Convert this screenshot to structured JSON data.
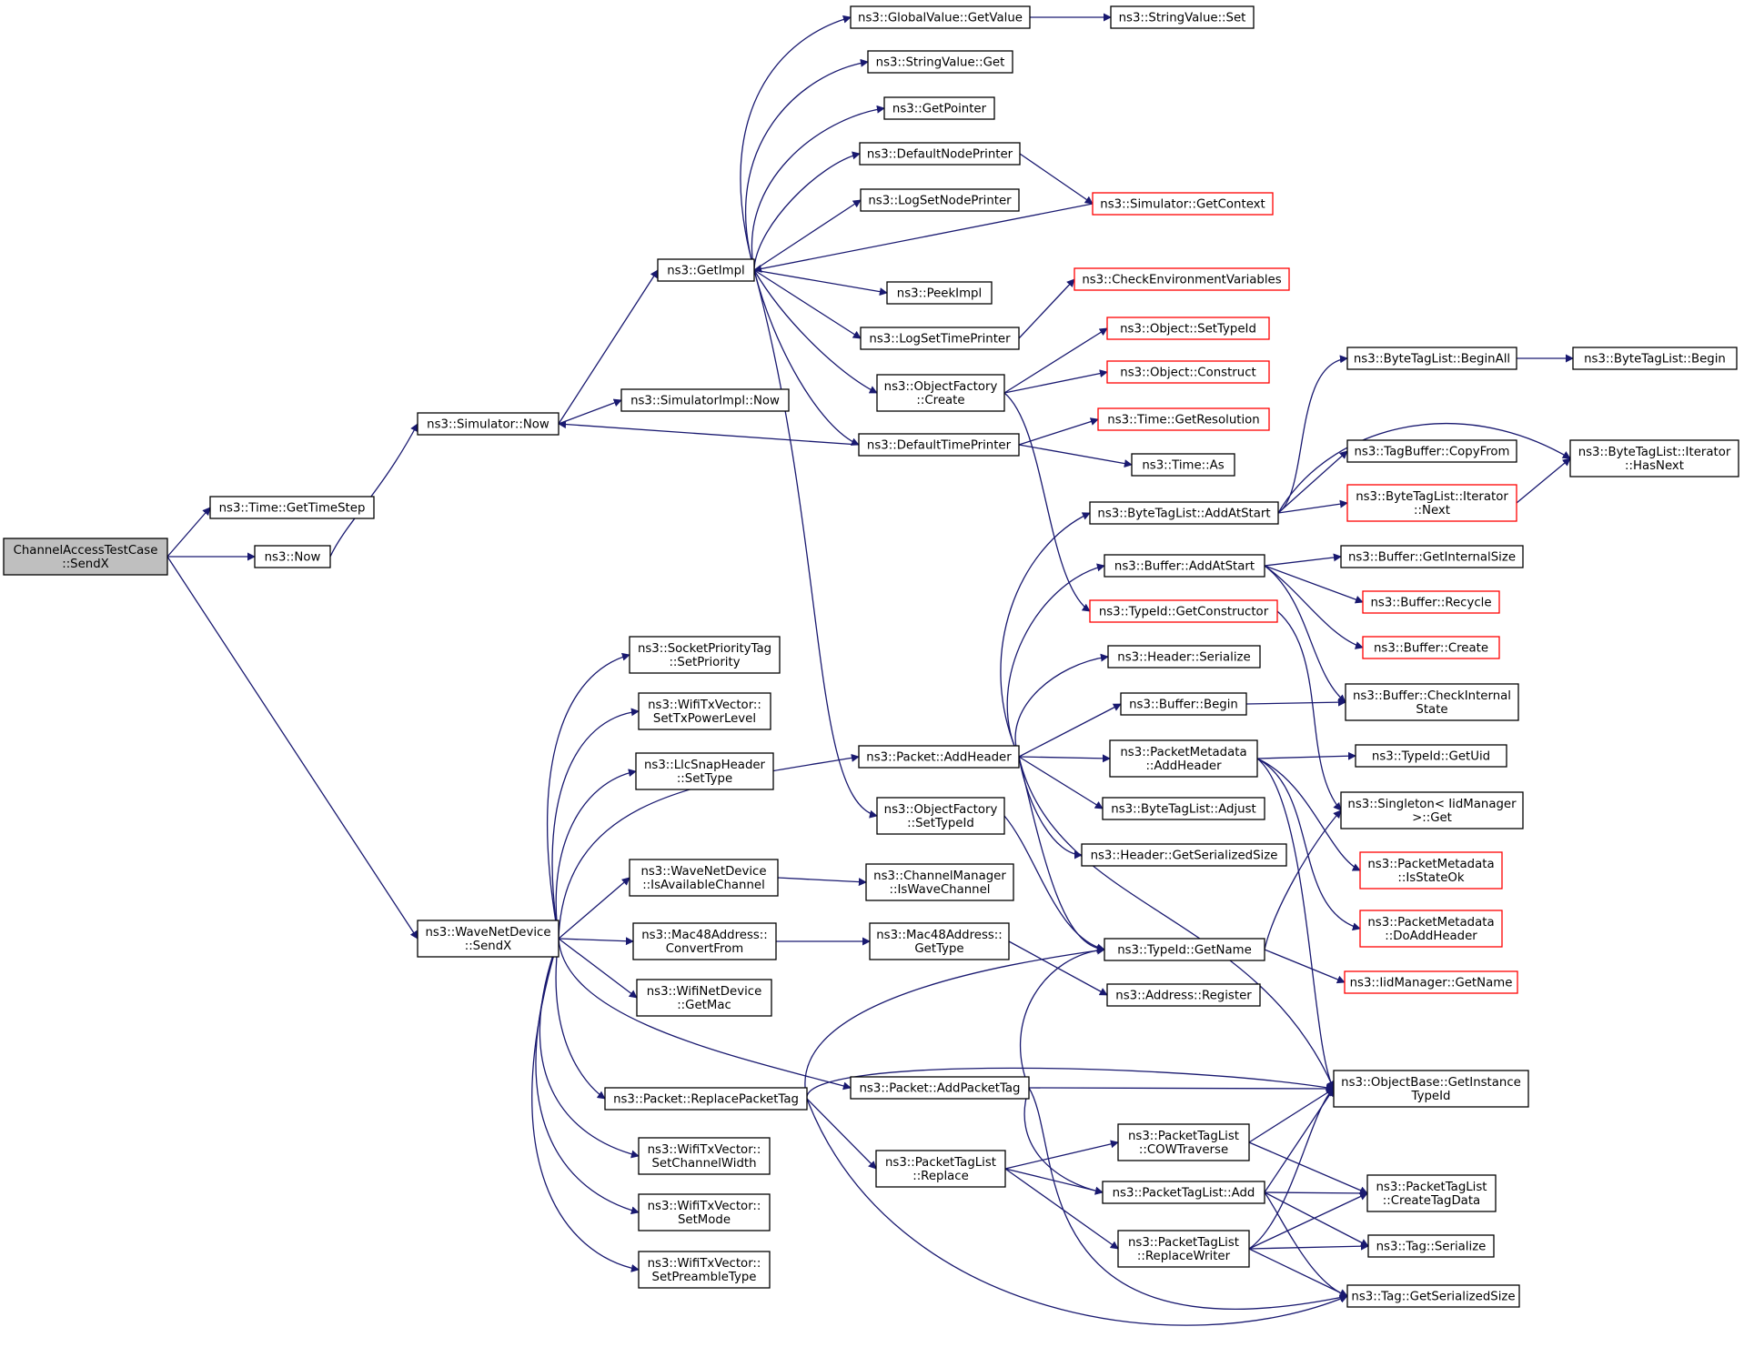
{
  "diagram": {
    "colors": {
      "edge": "#191970",
      "box_border": "#000000",
      "truncated_border": "#ff0000",
      "root_fill": "#bfbfbf"
    },
    "nodes": [
      {
        "id": "root",
        "lines": [
          "ChannelAccessTestCase",
          "::SendX"
        ],
        "style": "root"
      },
      {
        "id": "timestep",
        "lines": [
          "ns3::Time::GetTimeStep"
        ],
        "style": "normal"
      },
      {
        "id": "now",
        "lines": [
          "ns3::Now"
        ],
        "style": "normal"
      },
      {
        "id": "simnow",
        "lines": [
          "ns3::Simulator::Now"
        ],
        "style": "normal"
      },
      {
        "id": "getimpl",
        "lines": [
          "ns3::GetImpl"
        ],
        "style": "normal"
      },
      {
        "id": "simimplnow",
        "lines": [
          "ns3::SimulatorImpl::Now"
        ],
        "style": "normal"
      },
      {
        "id": "gvget",
        "lines": [
          "ns3::GlobalValue::GetValue"
        ],
        "style": "normal"
      },
      {
        "id": "svset",
        "lines": [
          "ns3::StringValue::Set"
        ],
        "style": "normal"
      },
      {
        "id": "svget",
        "lines": [
          "ns3::StringValue::Get"
        ],
        "style": "normal"
      },
      {
        "id": "getpointer",
        "lines": [
          "ns3::GetPointer"
        ],
        "style": "normal"
      },
      {
        "id": "defnodeprinter",
        "lines": [
          "ns3::DefaultNodePrinter"
        ],
        "style": "normal"
      },
      {
        "id": "getcontext",
        "lines": [
          "ns3::Simulator::GetContext"
        ],
        "style": "truncated"
      },
      {
        "id": "logsetnode",
        "lines": [
          "ns3::LogSetNodePrinter"
        ],
        "style": "normal"
      },
      {
        "id": "peekimpl",
        "lines": [
          "ns3::PeekImpl"
        ],
        "style": "normal"
      },
      {
        "id": "checkenv",
        "lines": [
          "ns3::CheckEnvironmentVariables"
        ],
        "style": "truncated"
      },
      {
        "id": "logsettime",
        "lines": [
          "ns3::LogSetTimePrinter"
        ],
        "style": "normal"
      },
      {
        "id": "objsettypeid",
        "lines": [
          "ns3::Object::SetTypeId"
        ],
        "style": "truncated"
      },
      {
        "id": "ofcreate",
        "lines": [
          "ns3::ObjectFactory",
          "::Create"
        ],
        "style": "normal"
      },
      {
        "id": "objconstruct",
        "lines": [
          "ns3::Object::Construct"
        ],
        "style": "truncated"
      },
      {
        "id": "deftimeprinter",
        "lines": [
          "ns3::DefaultTimePrinter"
        ],
        "style": "normal"
      },
      {
        "id": "getresolution",
        "lines": [
          "ns3::Time::GetResolution"
        ],
        "style": "truncated"
      },
      {
        "id": "timeas",
        "lines": [
          "ns3::Time::As"
        ],
        "style": "normal"
      },
      {
        "id": "btlbeginall",
        "lines": [
          "ns3::ByteTagList::BeginAll"
        ],
        "style": "normal"
      },
      {
        "id": "btlbegin",
        "lines": [
          "ns3::ByteTagList::Begin"
        ],
        "style": "normal"
      },
      {
        "id": "tbcopyfrom",
        "lines": [
          "ns3::TagBuffer::CopyFrom"
        ],
        "style": "normal"
      },
      {
        "id": "btlihasnext",
        "lines": [
          "ns3::ByteTagList::Iterator",
          "::HasNext"
        ],
        "style": "normal"
      },
      {
        "id": "btladdatstart",
        "lines": [
          "ns3::ByteTagList::AddAtStart"
        ],
        "style": "normal"
      },
      {
        "id": "btlinext",
        "lines": [
          "ns3::ByteTagList::Iterator",
          "::Next"
        ],
        "style": "truncated"
      },
      {
        "id": "bufaddatstart",
        "lines": [
          "ns3::Buffer::AddAtStart"
        ],
        "style": "normal"
      },
      {
        "id": "bufgetinternalsize",
        "lines": [
          "ns3::Buffer::GetInternalSize"
        ],
        "style": "normal"
      },
      {
        "id": "bufrecycle",
        "lines": [
          "ns3::Buffer::Recycle"
        ],
        "style": "truncated"
      },
      {
        "id": "typeidgetconstructor",
        "lines": [
          "ns3::TypeId::GetConstructor"
        ],
        "style": "truncated"
      },
      {
        "id": "bufcreate",
        "lines": [
          "ns3::Buffer::Create"
        ],
        "style": "truncated"
      },
      {
        "id": "hdrserialize",
        "lines": [
          "ns3::Header::Serialize"
        ],
        "style": "normal"
      },
      {
        "id": "bufbegin",
        "lines": [
          "ns3::Buffer::Begin"
        ],
        "style": "normal"
      },
      {
        "id": "bufcheckinternal",
        "lines": [
          "ns3::Buffer::CheckInternal",
          "State"
        ],
        "style": "normal"
      },
      {
        "id": "socketprio",
        "lines": [
          "ns3::SocketPriorityTag",
          "::SetPriority"
        ],
        "style": "normal"
      },
      {
        "id": "settxpower",
        "lines": [
          "ns3::WifiTxVector::",
          "SetTxPowerLevel"
        ],
        "style": "normal"
      },
      {
        "id": "llcsettype",
        "lines": [
          "ns3::LlcSnapHeader",
          "::SetType"
        ],
        "style": "normal"
      },
      {
        "id": "pktaddheader",
        "lines": [
          "ns3::Packet::AddHeader"
        ],
        "style": "normal"
      },
      {
        "id": "pmaddheader",
        "lines": [
          "ns3::PacketMetadata",
          "::AddHeader"
        ],
        "style": "normal"
      },
      {
        "id": "typeidgetuid",
        "lines": [
          "ns3::TypeId::GetUid"
        ],
        "style": "normal"
      },
      {
        "id": "btladjust",
        "lines": [
          "ns3::ByteTagList::Adjust"
        ],
        "style": "normal"
      },
      {
        "id": "singletonget",
        "lines": [
          "ns3::Singleton< IidManager",
          ">::Get"
        ],
        "style": "normal"
      },
      {
        "id": "ofsettypeid",
        "lines": [
          "ns3::ObjectFactory",
          "::SetTypeId"
        ],
        "style": "normal"
      },
      {
        "id": "hdrgetsersize",
        "lines": [
          "ns3::Header::GetSerializedSize"
        ],
        "style": "normal"
      },
      {
        "id": "pmisstateok",
        "lines": [
          "ns3::PacketMetadata",
          "::IsStateOk"
        ],
        "style": "truncated"
      },
      {
        "id": "wndisavail",
        "lines": [
          "ns3::WaveNetDevice",
          "::IsAvailableChannel"
        ],
        "style": "normal"
      },
      {
        "id": "cmiswave",
        "lines": [
          "ns3::ChannelManager",
          "::IsWaveChannel"
        ],
        "style": "normal"
      },
      {
        "id": "pmdoaddheader",
        "lines": [
          "ns3::PacketMetadata",
          "::DoAddHeader"
        ],
        "style": "truncated"
      },
      {
        "id": "wndsendx",
        "lines": [
          "ns3::WaveNetDevice",
          "::SendX"
        ],
        "style": "normal"
      },
      {
        "id": "macconvertfrom",
        "lines": [
          "ns3::Mac48Address::",
          "ConvertFrom"
        ],
        "style": "normal"
      },
      {
        "id": "macgettype",
        "lines": [
          "ns3::Mac48Address::",
          "GetType"
        ],
        "style": "normal"
      },
      {
        "id": "typeidgetname",
        "lines": [
          "ns3::TypeId::GetName"
        ],
        "style": "normal"
      },
      {
        "id": "iidgetname",
        "lines": [
          "ns3::IidManager::GetName"
        ],
        "style": "truncated"
      },
      {
        "id": "wifigetmac",
        "lines": [
          "ns3::WifiNetDevice",
          "::GetMac"
        ],
        "style": "normal"
      },
      {
        "id": "addrregister",
        "lines": [
          "ns3::Address::Register"
        ],
        "style": "normal"
      },
      {
        "id": "pktaddpackettag",
        "lines": [
          "ns3::Packet::AddPacketTag"
        ],
        "style": "normal"
      },
      {
        "id": "objbasegetinst",
        "lines": [
          "ns3::ObjectBase::GetInstance",
          "TypeId"
        ],
        "style": "normal"
      },
      {
        "id": "pktreplacepackettag",
        "lines": [
          "ns3::Packet::ReplacePacketTag"
        ],
        "style": "normal"
      },
      {
        "id": "ptlcow",
        "lines": [
          "ns3::PacketTagList",
          "::COWTraverse"
        ],
        "style": "normal"
      },
      {
        "id": "setchannelwidth",
        "lines": [
          "ns3::WifiTxVector::",
          "SetChannelWidth"
        ],
        "style": "normal"
      },
      {
        "id": "ptlreplace",
        "lines": [
          "ns3::PacketTagList",
          "::Replace"
        ],
        "style": "normal"
      },
      {
        "id": "ptladd",
        "lines": [
          "ns3::PacketTagList::Add"
        ],
        "style": "normal"
      },
      {
        "id": "ptlcreatetagdata",
        "lines": [
          "ns3::PacketTagList",
          "::CreateTagData"
        ],
        "style": "normal"
      },
      {
        "id": "setmode",
        "lines": [
          "ns3::WifiTxVector::",
          "SetMode"
        ],
        "style": "normal"
      },
      {
        "id": "ptlreplacewriter",
        "lines": [
          "ns3::PacketTagList",
          "::ReplaceWriter"
        ],
        "style": "normal"
      },
      {
        "id": "tagserialize",
        "lines": [
          "ns3::Tag::Serialize"
        ],
        "style": "normal"
      },
      {
        "id": "setpreamble",
        "lines": [
          "ns3::WifiTxVector::",
          "SetPreambleType"
        ],
        "style": "normal"
      },
      {
        "id": "taggetsersize",
        "lines": [
          "ns3::Tag::GetSerializedSize"
        ],
        "style": "normal"
      }
    ]
  }
}
